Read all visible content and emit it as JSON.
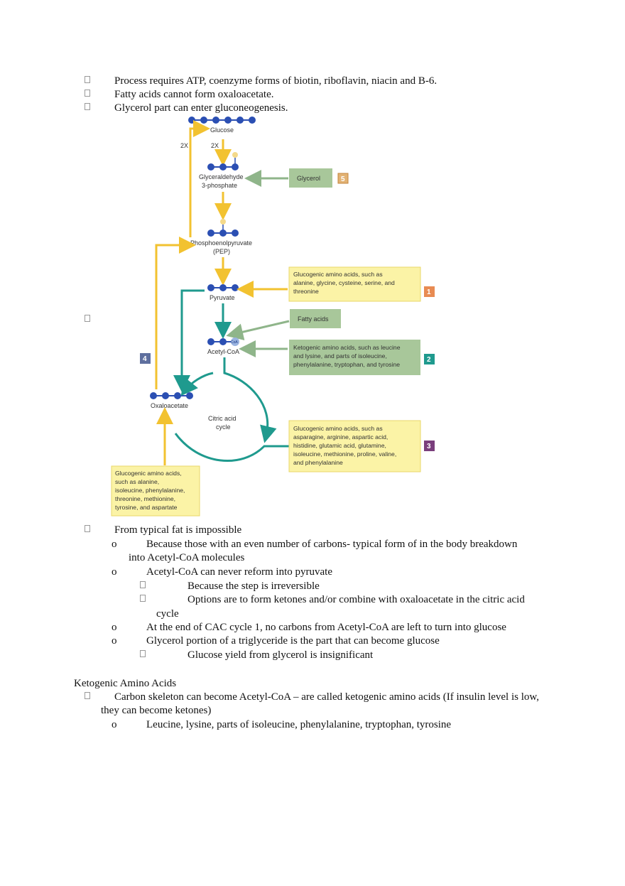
{
  "top_bullets": [
    "Process requires ATP, coenzyme forms of biotin, riboflavin, niacin and B-6.",
    "Fatty acids cannot form oxaloacetate.",
    "Glycerol part can enter gluconeogenesis."
  ],
  "diagram": {
    "glucose": "Glucose",
    "left_2x": "2X",
    "mid_2x": "2X",
    "g3p_line1": "Glyceraldehyde",
    "g3p_line2": "3-phosphate",
    "glycerol": "Glycerol",
    "badge5": "5",
    "pep_line1": "Phosphoenolpyruvate",
    "pep_line2": "(PEP)",
    "pyruvate": "Pyruvate",
    "box1": [
      "Glucogenic amino acids, such as",
      "alanine, glycine, cysteine, serine, and",
      "threonine"
    ],
    "badge1": "1",
    "fatty_acids": "Fatty acids",
    "acetyl": "Acetyl-CoA",
    "coa": "CoA",
    "box2": [
      "Ketogenic amino acids, such as leucine",
      "and lysine, and parts of isoleucine,",
      "phenylalanine, tryptophan, and tyrosine"
    ],
    "badge2": "2",
    "badge4": "4",
    "oxaloacetate": "Oxaloacetate",
    "cycle_line1": "Citric acid",
    "cycle_line2": "cycle",
    "box3": [
      "Glucogenic amino acids, such as",
      "asparagine, arginine, aspartic acid,",
      "histidine, glutamic acid, glutamine,",
      "isoleucine, methionine, proline, valine,",
      "and phenylalanine"
    ],
    "badge3": "3",
    "box6": [
      "Glucogenic amino acids,",
      "such as alanine,",
      "isoleucine, phenylalanine,",
      "threonine, methionine,",
      "tyrosine, and aspartate"
    ]
  },
  "fat_section": {
    "head": "From typical fat is impossible",
    "sub1_a": "Because those with an even number of carbons- typical form of in the body breakdown",
    "sub1_b": "into Acetyl-CoA molecules",
    "sub2": "Acetyl-CoA can never reform into pyruvate",
    "sub2_1": "Because the step is irreversible",
    "sub2_2a": "Options are to form ketones and/or combine with oxaloacetate in the citric acid",
    "sub2_2b": "cycle",
    "sub3": "At the end of CAC cycle 1, no carbons from Acetyl-CoA are left to turn into glucose",
    "sub4": "Glycerol portion of a triglyceride is the part that can become glucose",
    "sub4_1": "Glucose yield from glycerol is insignificant"
  },
  "ketogenic": {
    "heading": "Ketogenic Amino Acids",
    "bullet_a": "Carbon skeleton can become Acetyl-CoA – are called ketogenic amino acids (If insulin level is low,",
    "bullet_b": "they can become ketones)",
    "sub": "Leucine, lysine, parts of isoleucine, phenylalanine, tryptophan, tyrosine"
  },
  "o_marker": "o",
  "colors": {
    "yellow_arrow": "#f2c230",
    "teal_arrow": "#1f9a8e",
    "green_arrow": "#8fb58a",
    "molecule_blue": "#2b4fb3"
  }
}
